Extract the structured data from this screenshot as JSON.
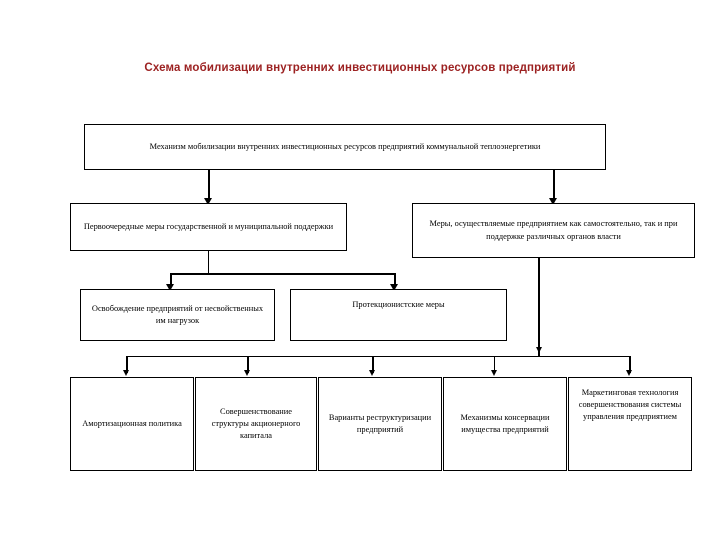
{
  "title": "Схема мобилизации внутренних инвестиционных ресурсов предприятий",
  "colors": {
    "title": "#9c2222",
    "box_border": "#000000",
    "box_fill": "#ffffff",
    "connector": "#000000",
    "page_background": "#ffffff"
  },
  "diagram": {
    "type": "flowchart",
    "levels": [
      {
        "level": 1,
        "nodes": [
          {
            "id": "root",
            "label": "Механизм мобилизации внутренних инвестиционных ресурсов предприятий коммунальной теплоэнергетики"
          }
        ]
      },
      {
        "level": 2,
        "nodes": [
          {
            "id": "state-support",
            "label": "Первоочередные меры государственной и муниципальной поддержки"
          },
          {
            "id": "enterprise-measures",
            "label": "Меры, осуществляемые предприятием как самостоятельно, так и при поддержке различных органов власти"
          }
        ]
      },
      {
        "level": 3,
        "nodes": [
          {
            "id": "release-burden",
            "label": "Освобождение предприятий от несвойственных им нагрузок"
          },
          {
            "id": "protectionist",
            "label": "Протекционистские меры"
          }
        ]
      },
      {
        "level": 4,
        "nodes": [
          {
            "id": "depreciation-policy",
            "label": "Амортизационная политика"
          },
          {
            "id": "share-capital",
            "label": "Совершенствование структуры акционерного капитала"
          },
          {
            "id": "restructuring",
            "label": "Варианты реструктуризации предприятий"
          },
          {
            "id": "conservation",
            "label": "Механизмы консервации имущества предприятий"
          },
          {
            "id": "marketing-tech",
            "label": "Маркетинговая технология совершенствования системы управления предприятием"
          }
        ]
      }
    ],
    "edges": [
      {
        "from": "root",
        "to": "state-support"
      },
      {
        "from": "root",
        "to": "enterprise-measures"
      },
      {
        "from": "state-support",
        "to": "release-burden"
      },
      {
        "from": "state-support",
        "to": "protectionist"
      },
      {
        "from": "enterprise-measures",
        "to": "depreciation-policy"
      },
      {
        "from": "enterprise-measures",
        "to": "share-capital"
      },
      {
        "from": "enterprise-measures",
        "to": "restructuring"
      },
      {
        "from": "enterprise-measures",
        "to": "conservation"
      },
      {
        "from": "enterprise-measures",
        "to": "marketing-tech"
      }
    ]
  }
}
